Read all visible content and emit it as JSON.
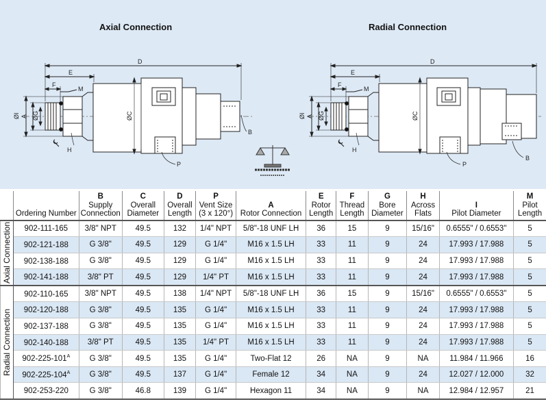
{
  "drawing": {
    "axial_title": "Axial Connection",
    "radial_title": "Radial Connection",
    "dim_labels": {
      "D": "D",
      "E": "E",
      "F": "F",
      "M": "M",
      "I": "ØI",
      "A": "A",
      "G": "ØG",
      "C": "ØC",
      "H": "H",
      "P": "P",
      "B": "B"
    }
  },
  "table": {
    "headers": [
      {
        "letter": "",
        "label": "Ordering Number"
      },
      {
        "letter": "B",
        "label": "Supply Connection"
      },
      {
        "letter": "C",
        "label": "Overall Diameter"
      },
      {
        "letter": "D",
        "label": "Overall Length"
      },
      {
        "letter": "P",
        "label": "Vent Size (3 x 120°)"
      },
      {
        "letter": "A",
        "label": "Rotor Connection"
      },
      {
        "letter": "E",
        "label": "Rotor Length"
      },
      {
        "letter": "F",
        "label": "Thread Length"
      },
      {
        "letter": "G",
        "label": "Bore Diameter"
      },
      {
        "letter": "H",
        "label": "Across Flats"
      },
      {
        "letter": "I",
        "label": "Pilot Diameter"
      },
      {
        "letter": "M",
        "label": "Pilot Length"
      }
    ],
    "groups": [
      {
        "label": "Axial Connection",
        "rows": [
          {
            "part": "902-111-165",
            "sup": "",
            "b": "3/8\" NPT",
            "c": "49.5",
            "d": "132",
            "p": "1/4\" NPT",
            "a": "5/8\"-18 UNF LH",
            "e": "36",
            "f": "15",
            "g": "9",
            "h": "15/16\"",
            "i": "0.6555\" / 0.6553\"",
            "m": "5"
          },
          {
            "part": "902-121-188",
            "sup": "",
            "b": "G 3/8\"",
            "c": "49.5",
            "d": "129",
            "p": "G 1/4\"",
            "a": "M16 x 1.5 LH",
            "e": "33",
            "f": "11",
            "g": "9",
            "h": "24",
            "i": "17.993 / 17.988",
            "m": "5"
          },
          {
            "part": "902-138-188",
            "sup": "",
            "b": "G 3/8\"",
            "c": "49.5",
            "d": "129",
            "p": "G 1/4\"",
            "a": "M16 x 1.5 LH",
            "e": "33",
            "f": "11",
            "g": "9",
            "h": "24",
            "i": "17.993 / 17.988",
            "m": "5"
          },
          {
            "part": "902-141-188",
            "sup": "",
            "b": "3/8\" PT",
            "c": "49.5",
            "d": "129",
            "p": "1/4\" PT",
            "a": "M16 x 1.5 LH",
            "e": "33",
            "f": "11",
            "g": "9",
            "h": "24",
            "i": "17.993 / 17.988",
            "m": "5"
          }
        ]
      },
      {
        "label": "Radial Connection",
        "rows": [
          {
            "part": "902-110-165",
            "sup": "",
            "b": "3/8\" NPT",
            "c": "49.5",
            "d": "138",
            "p": "1/4\" NPT",
            "a": "5/8\"-18 UNF LH",
            "e": "36",
            "f": "15",
            "g": "9",
            "h": "15/16\"",
            "i": "0.6555\" / 0.6553\"",
            "m": "5"
          },
          {
            "part": "902-120-188",
            "sup": "",
            "b": "G 3/8\"",
            "c": "49.5",
            "d": "135",
            "p": "G 1/4\"",
            "a": "M16 x 1.5 LH",
            "e": "33",
            "f": "11",
            "g": "9",
            "h": "24",
            "i": "17.993 / 17.988",
            "m": "5"
          },
          {
            "part": "902-137-188",
            "sup": "",
            "b": "G 3/8\"",
            "c": "49.5",
            "d": "135",
            "p": "G 1/4\"",
            "a": "M16 x 1.5 LH",
            "e": "33",
            "f": "11",
            "g": "9",
            "h": "24",
            "i": "17.993 / 17.988",
            "m": "5"
          },
          {
            "part": "902-140-188",
            "sup": "",
            "b": "3/8\" PT",
            "c": "49.5",
            "d": "135",
            "p": "1/4\" PT",
            "a": "M16 x 1.5 LH",
            "e": "33",
            "f": "11",
            "g": "9",
            "h": "24",
            "i": "17.993 / 17.988",
            "m": "5"
          },
          {
            "part": "902-225-101",
            "sup": "A",
            "b": "G 3/8\"",
            "c": "49.5",
            "d": "135",
            "p": "G 1/4\"",
            "a": "Two-Flat 12",
            "e": "26",
            "f": "NA",
            "g": "9",
            "h": "NA",
            "i": "11.984 / 11.966",
            "m": "16"
          },
          {
            "part": "902-225-104",
            "sup": "A",
            "b": "G 3/8\"",
            "c": "49.5",
            "d": "137",
            "p": "G 1/4\"",
            "a": "Female 12",
            "e": "34",
            "f": "NA",
            "g": "9",
            "h": "24",
            "i": "12.027 / 12.000",
            "m": "32"
          },
          {
            "part": "902-253-220",
            "sup": "",
            "b": "G 3/8\"",
            "c": "46.8",
            "d": "139",
            "p": "G 1/4\"",
            "a": "Hexagon 11",
            "e": "34",
            "f": "NA",
            "g": "9",
            "h": "NA",
            "i": "12.984 / 12.957",
            "m": "21"
          }
        ]
      }
    ]
  }
}
